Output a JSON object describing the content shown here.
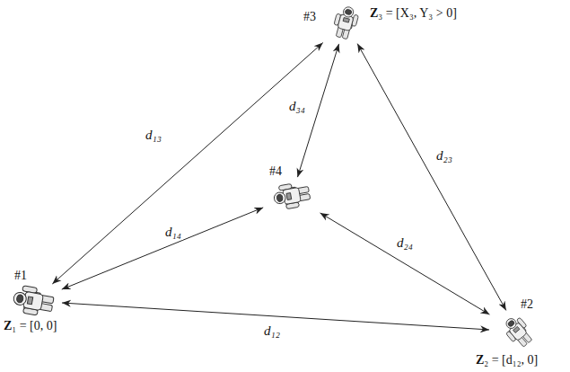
{
  "diagram": {
    "nodes": [
      {
        "text": [
          "#1",
          "Z₁ = [0, 0]"
        ]
      },
      {
        "text": [
          "#2",
          "Z₂ = [d₁₂, 0]"
        ]
      },
      {
        "text": [
          "#3",
          "Z₃ = [X₃, Y₃ > 0]"
        ]
      },
      {
        "text": [
          "#4"
        ]
      }
    ],
    "edges": [
      {
        "from": 0,
        "to": 2,
        "label": "d₁₃",
        "arrow": "both"
      },
      {
        "from": 0,
        "to": 3,
        "label": "d₁₄",
        "arrow": "both"
      },
      {
        "from": 2,
        "to": 3,
        "label": "d₃₄",
        "arrow": "both"
      },
      {
        "from": 0,
        "to": 1,
        "label": "d₁₂",
        "arrow": "both"
      },
      {
        "from": 1,
        "to": 3,
        "label": "d₂₄",
        "arrow": "both"
      },
      {
        "from": 1,
        "to": 2,
        "label": "d₂₃",
        "arrow": "both"
      }
    ]
  }
}
